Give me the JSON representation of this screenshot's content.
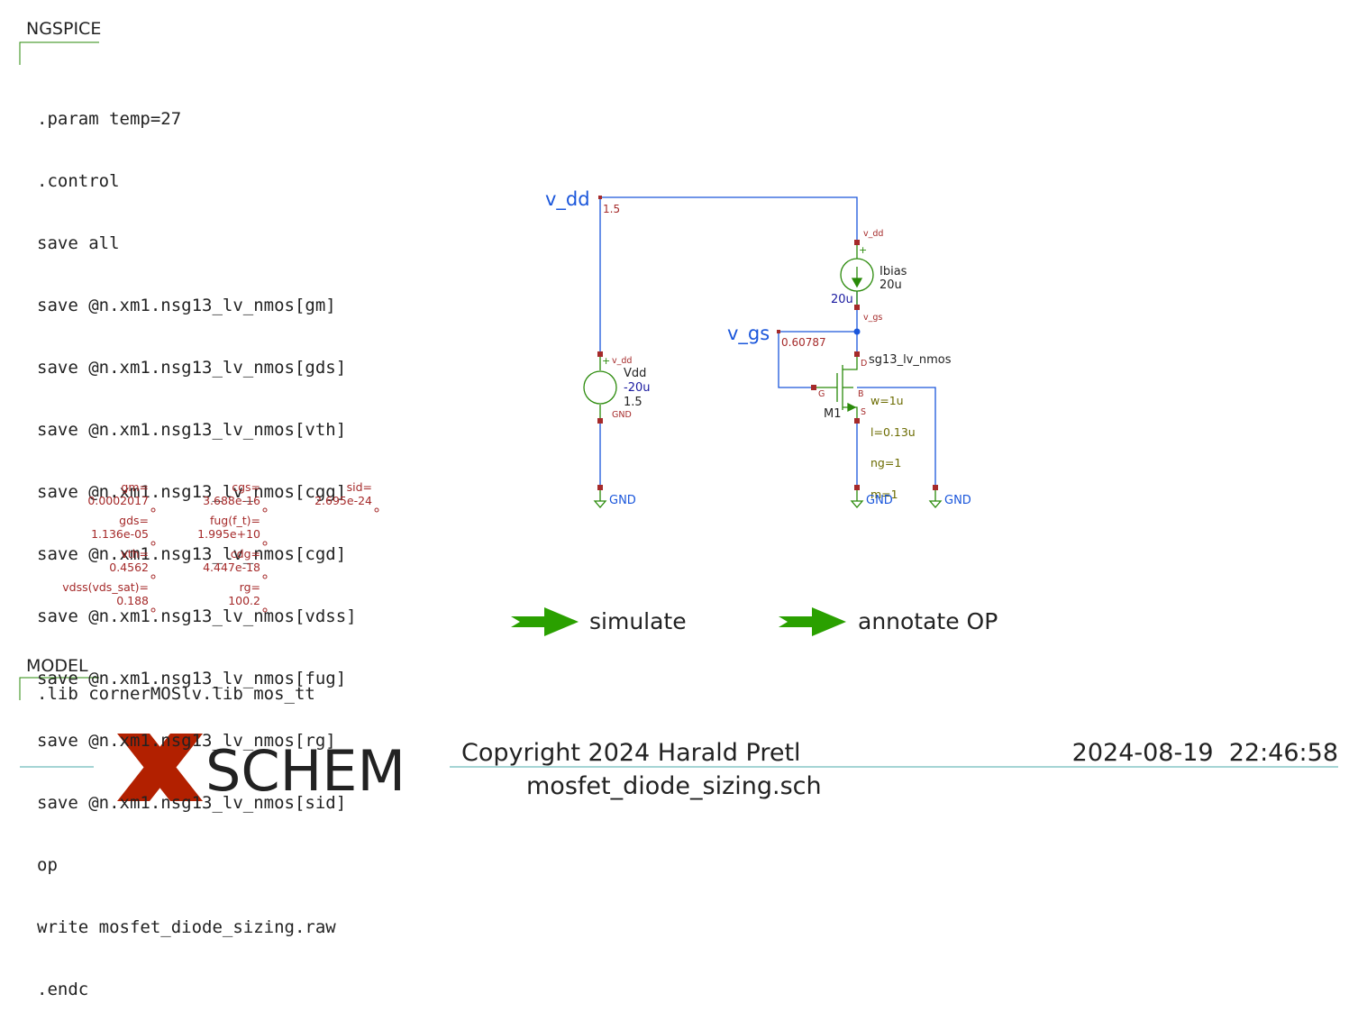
{
  "ngspice": {
    "title": "NGSPICE",
    "lines": [
      ".param temp=27",
      ".control",
      "save all",
      "save @n.xm1.nsg13_lv_nmos[gm]",
      "save @n.xm1.nsg13_lv_nmos[gds]",
      "save @n.xm1.nsg13_lv_nmos[vth]",
      "save @n.xm1.nsg13_lv_nmos[cgg]",
      "save @n.xm1.nsg13_lv_nmos[cgd]",
      "save @n.xm1.nsg13_lv_nmos[vdss]",
      "save @n.xm1.nsg13_lv_nmos[fug]",
      "save @n.xm1.nsg13_lv_nmos[rg]",
      "save @n.xm1.nsg13_lv_nmos[sid]",
      "op",
      "write mosfet_diode_sizing.raw",
      ".endc"
    ]
  },
  "model": {
    "title": "MODEL",
    "line": ".lib cornerMOSlv.lib mos_tt"
  },
  "op_values": {
    "gm_label": "gm=",
    "gm_value": "0.0002017",
    "gds_label": "gds=",
    "gds_value": "1.136e-05",
    "vth_label": "vth=",
    "vth_value": "0.4562",
    "vdss_label": "vdss(vds_sat)=",
    "vdss_value": "0.188",
    "cgs_label": "cgs=",
    "cgs_value": "3.688e-16",
    "fug_label": "fug(f_t)=",
    "fug_value": "1.995e+10",
    "cdg_label": "cdg=",
    "cdg_value": "4.447e-18",
    "rg_label": "rg=",
    "rg_value": "100.2",
    "sid_label": "sid=",
    "sid_value": "2.695e-24"
  },
  "schematic": {
    "net_vdd": "v_dd",
    "net_vdd_value": "1.5",
    "net_vgs": "v_gs",
    "net_vgs_value": "0.60787",
    "vdd_source": {
      "pin_top": "v_dd",
      "pin_bottom": "GND",
      "plus": "+",
      "name": "Vdd",
      "current": "-20u",
      "value": "1.5"
    },
    "ibias_source": {
      "pin_top": "v_dd",
      "pin_bottom": "v_gs",
      "plus": "+",
      "name": "Ibias",
      "value": "20u",
      "current": "20u"
    },
    "mosfet": {
      "model": "sg13_lv_nmos",
      "instance": "M1",
      "w": "w=1u",
      "l": "l=0.13u",
      "ng": "ng=1",
      "m": "m=1",
      "pin_d": "D",
      "pin_g": "G",
      "pin_b": "B",
      "pin_s": "S"
    },
    "gnd_label": "GND"
  },
  "buttons": {
    "simulate": "simulate",
    "annotate": "annotate OP"
  },
  "footer": {
    "logo_text": "SCHEM",
    "copyright": "Copyright 2024 Harald Pretl",
    "datetime": "2024-08-19  22:46:58",
    "filename": "mosfet_diode_sizing.sch"
  },
  "colors": {
    "wire": "#1a56db",
    "symbol": "#2a8a0a",
    "pin": "#a52a2a",
    "logo_x": "#b22000",
    "button_arrow": "#2aa000",
    "frame_line": "#4aa8a8"
  }
}
